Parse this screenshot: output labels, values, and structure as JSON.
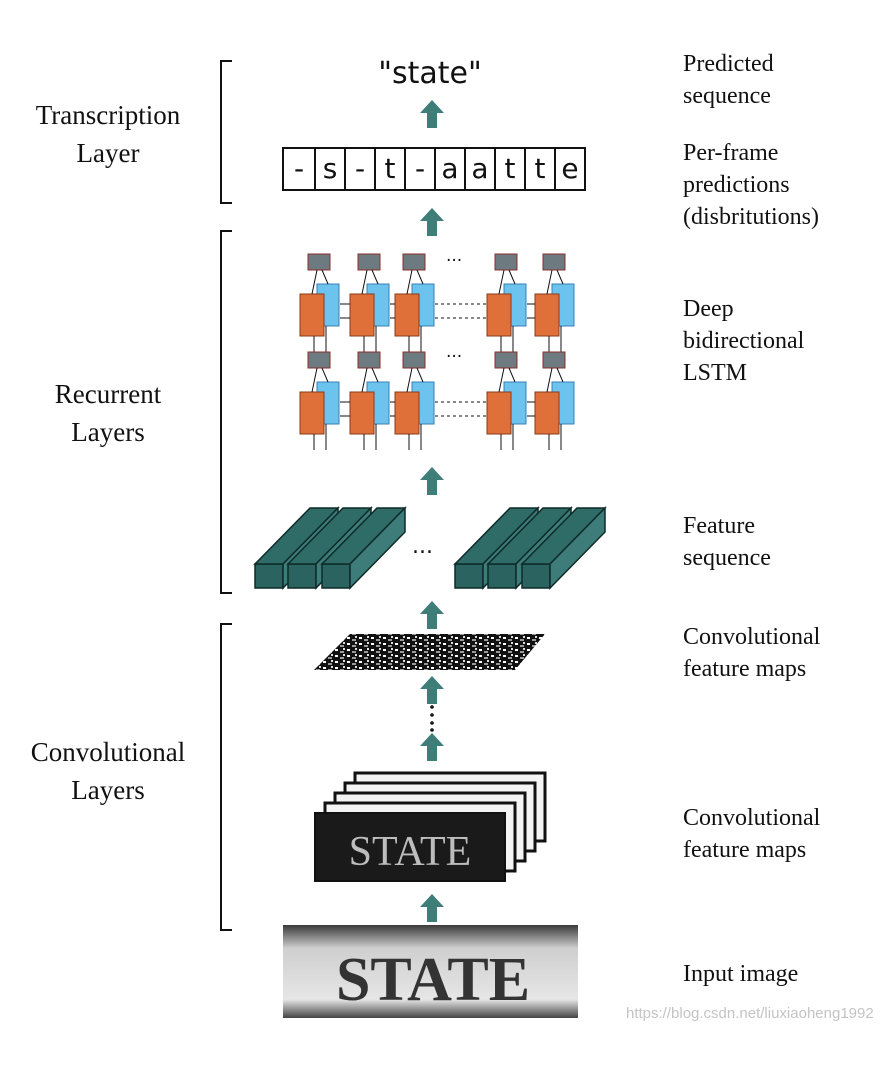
{
  "groups": {
    "transcription": [
      "Transcription",
      "Layer"
    ],
    "recurrent": [
      "Recurrent",
      "Layers"
    ],
    "convolutional": [
      "Convolutional",
      "Layers"
    ]
  },
  "right_labels": {
    "predicted": [
      "Predicted",
      "sequence"
    ],
    "per_frame": [
      "Per-frame",
      "predictions",
      "(disbritutions)"
    ],
    "lstm": [
      "Deep",
      "bidirectional",
      "LSTM"
    ],
    "feature_seq": [
      "Feature",
      "sequence"
    ],
    "conv_maps_top": [
      "Convolutional",
      "feature maps"
    ],
    "conv_maps_bottom": [
      "Convolutional",
      "feature maps"
    ],
    "input": [
      "Input image"
    ]
  },
  "predicted_text": "\"state\"",
  "frames": [
    "-",
    "s",
    "-",
    "t",
    "-",
    "a",
    "a",
    "t",
    "t",
    "e"
  ],
  "ellipsis": "...",
  "input_image_text": "STATE",
  "watermark": "https://blog.csdn.net/liuxiaoheng1992",
  "colors": {
    "arrow": "#3f7d78",
    "lstm_forward": "#e0703a",
    "lstm_backward": "#6cc3ee",
    "lstm_output": "#6d7b80",
    "feature_block": "#2f6b67"
  }
}
